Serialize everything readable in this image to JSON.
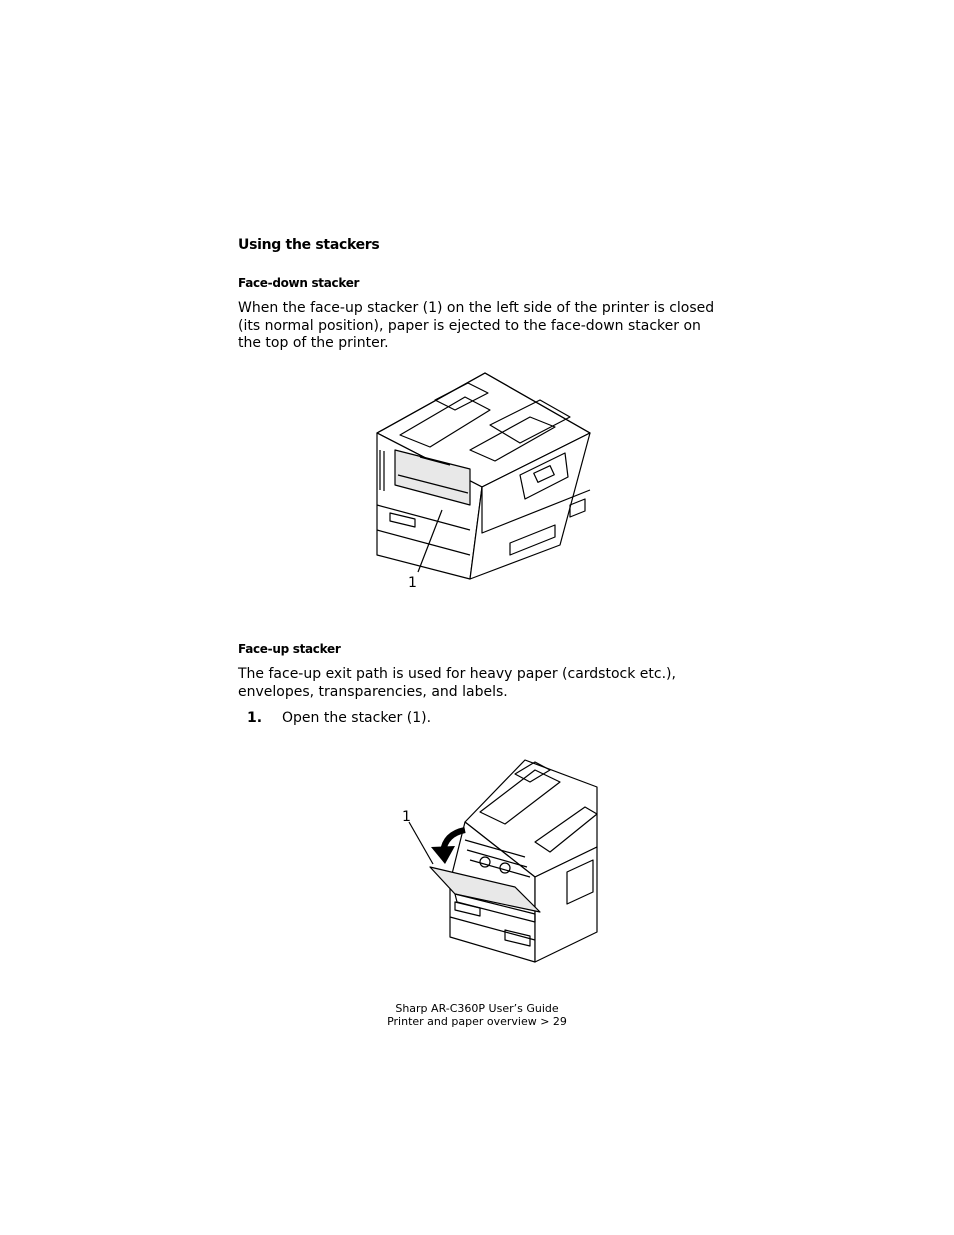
{
  "section_title": "Using the stackers",
  "face_down": {
    "heading": "Face-down stacker",
    "paragraph": "When the face-up stacker (1) on the left side of the printer is closed (its normal position), paper is ejected to the face-down stacker on the top of the printer.",
    "callout": "1"
  },
  "face_up": {
    "heading": "Face-up stacker",
    "paragraph": "The face-up exit path is used for heavy paper (cardstock etc.), envelopes, transparencies, and labels.",
    "step_number": "1.",
    "step_text": "Open the stacker (1).",
    "callout": "1"
  },
  "footer": {
    "line1": "Sharp AR-C360P User’s Guide",
    "line2": "Printer and paper overview > 29"
  }
}
